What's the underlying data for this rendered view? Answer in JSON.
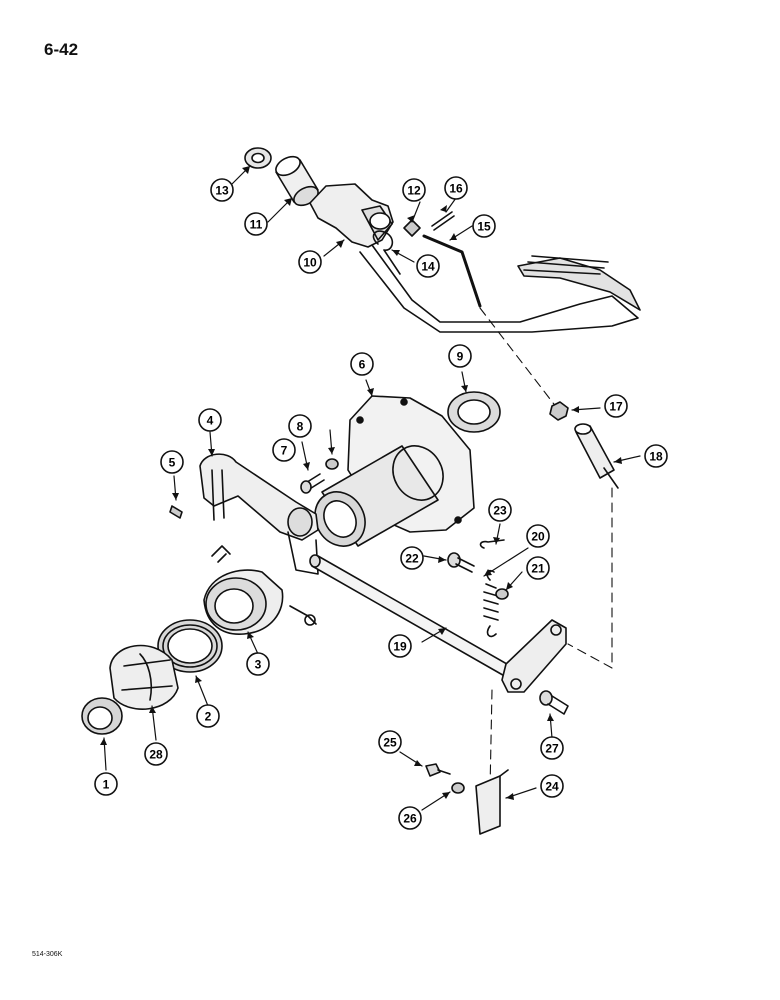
{
  "page": {
    "number": "6-42",
    "doc_code": "514-306K"
  },
  "callouts": [
    "1",
    "2",
    "3",
    "4",
    "5",
    "6",
    "7",
    "8",
    "9",
    "10",
    "11",
    "12",
    "13",
    "14",
    "15",
    "16",
    "17",
    "18",
    "19",
    "20",
    "21",
    "22",
    "23",
    "24",
    "25",
    "26",
    "27",
    "28"
  ]
}
